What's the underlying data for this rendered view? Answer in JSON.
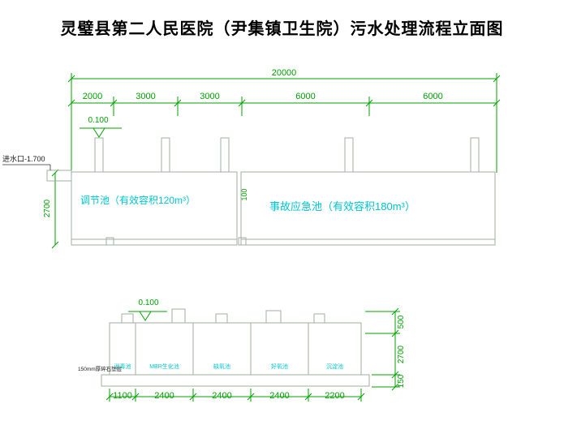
{
  "title": "灵璧县第二人民医院（尹集镇卫生院）污水处理流程立面图",
  "colors": {
    "dimension_green": "#00a000",
    "label_cyan": "#00c6cf",
    "outline_gray": "#a2aca2"
  },
  "upper_view": {
    "total_dim": "20000",
    "segment_dims": [
      "2000",
      "3000",
      "3000",
      "6000",
      "6000"
    ],
    "elevation_marker": "0.100",
    "inlet_label": "进水口-1.700",
    "height_dim": "2700",
    "joint_dim": "100",
    "tank_labels": [
      "调节池（有效容积120m³）",
      "事故应急池（有效容积180m³）"
    ]
  },
  "lower_view": {
    "elevation_marker": "0.100",
    "compartment_labels": [
      "消毒池",
      "MBR生化池",
      "缺氧池",
      "好氧池",
      "沉淀池"
    ],
    "base_note": "150mm厚碎石垫层",
    "bottom_dims": [
      "1100",
      "2400",
      "2400",
      "2400",
      "2200"
    ],
    "right_dims": [
      "500",
      "2700",
      "150"
    ]
  }
}
